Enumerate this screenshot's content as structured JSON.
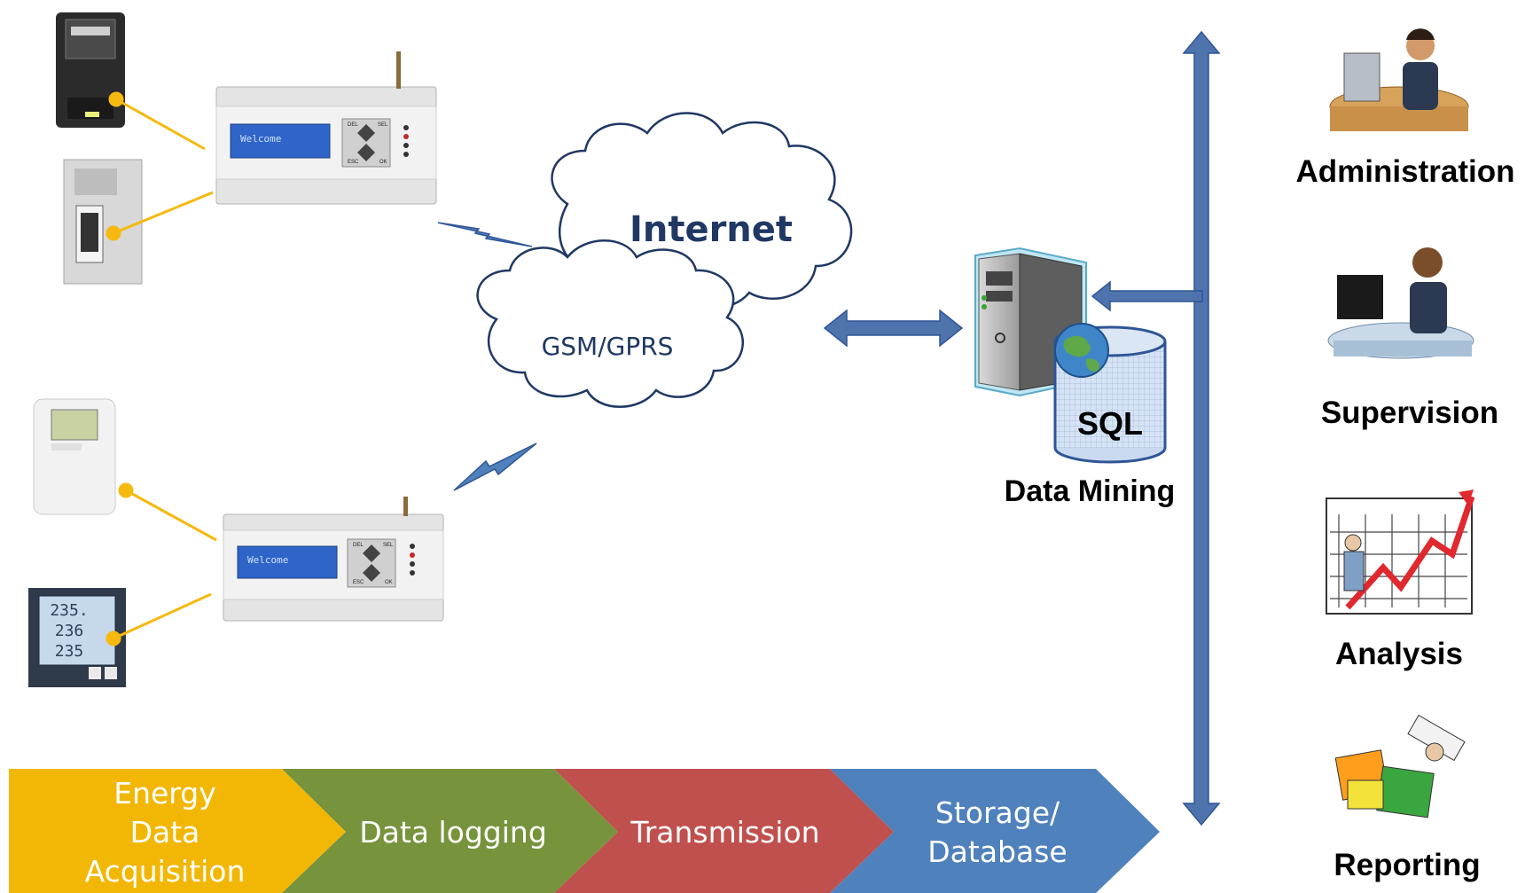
{
  "cloud_internet": "Internet",
  "cloud_gsm": "GSM/GPRS",
  "logger_screen": "Welcome",
  "logger_keys": {
    "del": "DEL",
    "sel": "SEL",
    "esc": "ESC",
    "ok": "OK"
  },
  "meter_display": [
    "235.",
    "236",
    "235"
  ],
  "database": {
    "badge": "SQL",
    "label": "Data Mining"
  },
  "roles": {
    "administration": "Administration",
    "supervision": "Supervision",
    "analysis": "Analysis",
    "reporting": "Reporting"
  },
  "pipeline": {
    "step1": [
      "Energy",
      "Data",
      "Acquisition"
    ],
    "step2": "Data logging",
    "step3": "Transmission",
    "step4": [
      "Storage/",
      "Database"
    ]
  },
  "colors": {
    "step1": "#f2b705",
    "step2": "#77933c",
    "step3": "#c0504d",
    "step4": "#4f81bd",
    "arrow": "#4f74ad",
    "connector": "#f6b90f",
    "cloud_text": "#1f3864"
  }
}
